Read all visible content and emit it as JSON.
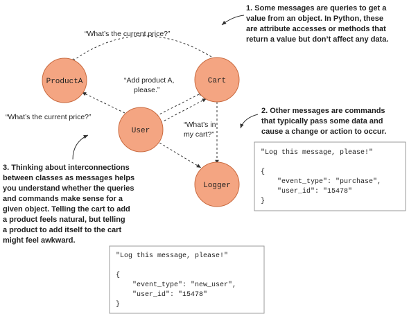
{
  "colors": {
    "node_fill": "#F4A582",
    "node_stroke": "#C96A3F",
    "arrow": "#333333",
    "box_stroke": "#999999"
  },
  "nodes": {
    "producta": "ProductA",
    "cart": "Cart",
    "user": "User",
    "logger": "Logger"
  },
  "messages": {
    "cart_to_product": "“What’s the current price?”",
    "user_to_product": "“What’s the current price?”",
    "add_product_1": "“Add product A,",
    "add_product_2": "please.”",
    "whats_in_1": "“What’s in",
    "whats_in_2": "my cart?”"
  },
  "notes": {
    "n1": [
      "1. Some messages are queries to get a",
      "value from an object. In Python, these",
      "are attribute accesses or methods that",
      "return a value but don’t affect any data."
    ],
    "n2": [
      "2. Other messages are commands",
      "that typically pass some data and",
      "cause a change or action to occur."
    ],
    "n3": [
      "3. Thinking about interconnections",
      "between classes as messages helps",
      "you understand whether the queries",
      "and commands make sense for a",
      "given object. Telling the cart to add",
      "a product feels natural, but telling",
      "a product to add itself to the cart",
      "might feel awkward."
    ]
  },
  "code_boxes": {
    "purchase": [
      "\"Log this message, please!\"",
      "",
      "{",
      "    \"event_type\": \"purchase\",",
      "    \"user_id\": \"15478\"",
      "}"
    ],
    "new_user": [
      "\"Log this message, please!\"",
      "",
      "{",
      "    \"event_type\": \"new_user\",",
      "    \"user_id\": \"15478\"",
      "}"
    ]
  }
}
